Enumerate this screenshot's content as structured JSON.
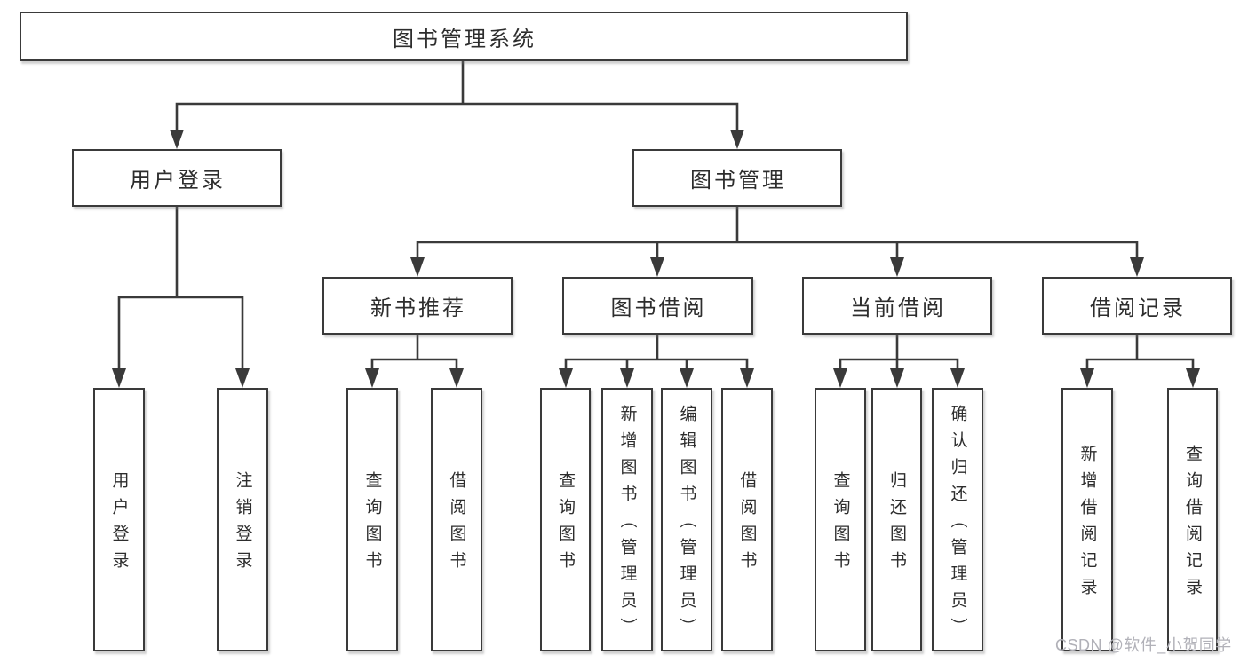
{
  "diagram": {
    "root": {
      "label": "图书管理系统"
    },
    "branches": [
      {
        "label": "用户登录",
        "children": [
          "用户登录",
          "注销登录"
        ]
      },
      {
        "label": "图书管理",
        "sections": [
          {
            "label": "新书推荐",
            "children": [
              "查询图书",
              "借阅图书"
            ]
          },
          {
            "label": "图书借阅",
            "children": [
              "查询图书",
              "新增图书（管理员）",
              "编辑图书（管理员）",
              "借阅图书"
            ]
          },
          {
            "label": "当前借阅",
            "children": [
              "查询图书",
              "归还图书",
              "确认归还（管理员）"
            ]
          },
          {
            "label": "借阅记录",
            "children": [
              "新增借阅记录",
              "查询借阅记录"
            ]
          }
        ]
      }
    ],
    "watermark": "CSDN @软件_小贺同学",
    "colors": {
      "line": "#3a3a3a",
      "text": "#2d2d2d",
      "node_background": "#ffffff",
      "watermark": "#b1b1b8",
      "background": "#ffffff"
    }
  }
}
